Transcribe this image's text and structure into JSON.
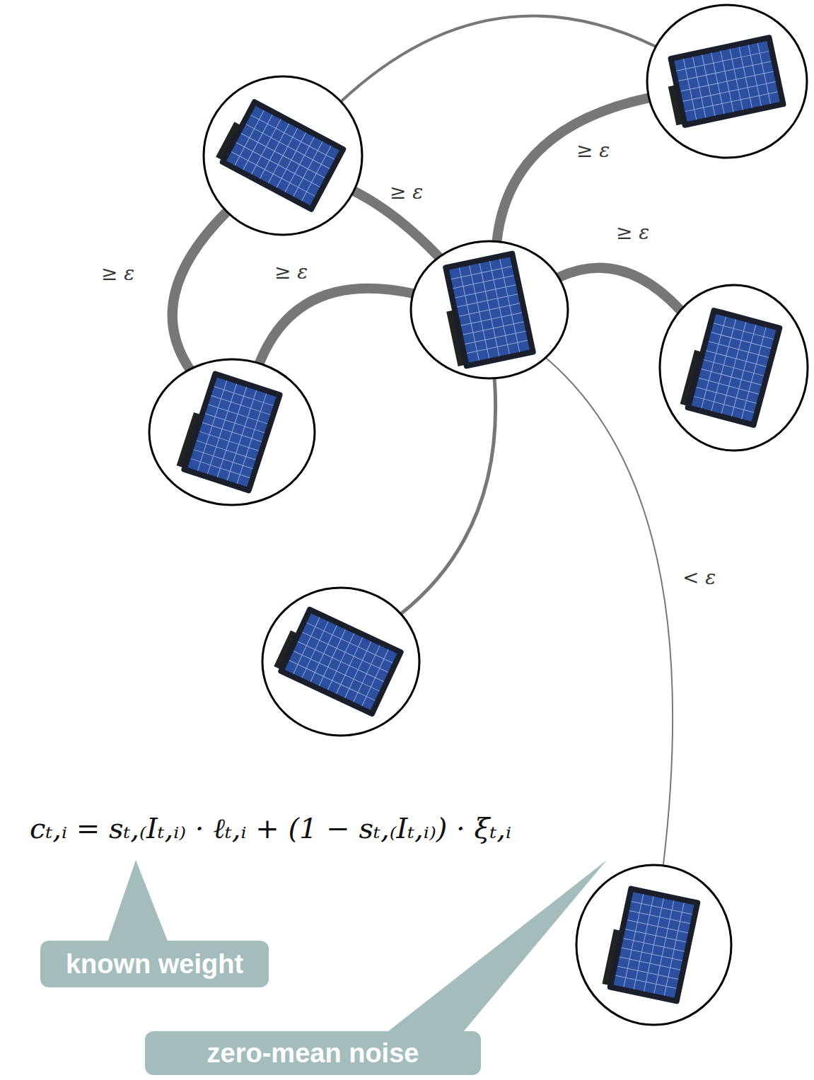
{
  "diagram": {
    "nodes": [
      {
        "text": []
      },
      {
        "text": []
      },
      {
        "text": []
      },
      {
        "text": []
      },
      {
        "text": []
      },
      {
        "text": []
      },
      {
        "text": []
      },
      {
        "text": [
          "known weight"
        ]
      },
      {
        "text": [
          "zero-mean noise"
        ]
      }
    ],
    "edges": [
      {
        "from": 0,
        "to": 1,
        "arrow": "none"
      },
      {
        "from": 0,
        "to": 2,
        "label": "≥ ε",
        "arrow": "none"
      },
      {
        "from": 0,
        "to": 3,
        "label": "≥ ε",
        "arrow": "none"
      },
      {
        "from": 2,
        "to": 3,
        "label": "≥ ε",
        "arrow": "none"
      },
      {
        "from": 2,
        "to": 1,
        "label": "≥ ε",
        "arrow": "none"
      },
      {
        "from": 2,
        "to": 4,
        "label": "≥ ε",
        "arrow": "none"
      },
      {
        "from": 2,
        "to": 5,
        "arrow": "none"
      },
      {
        "from": 2,
        "to": 6,
        "label": "< ε",
        "arrow": "none"
      }
    ],
    "labels": [
      "cₜ,ᵢ = sₜ,₍Iₜ,ᵢ₎ · ℓₜ,ᵢ + (1 − sₜ,₍Iₜ,ᵢ₎) · ξₜ,ᵢ"
    ]
  }
}
